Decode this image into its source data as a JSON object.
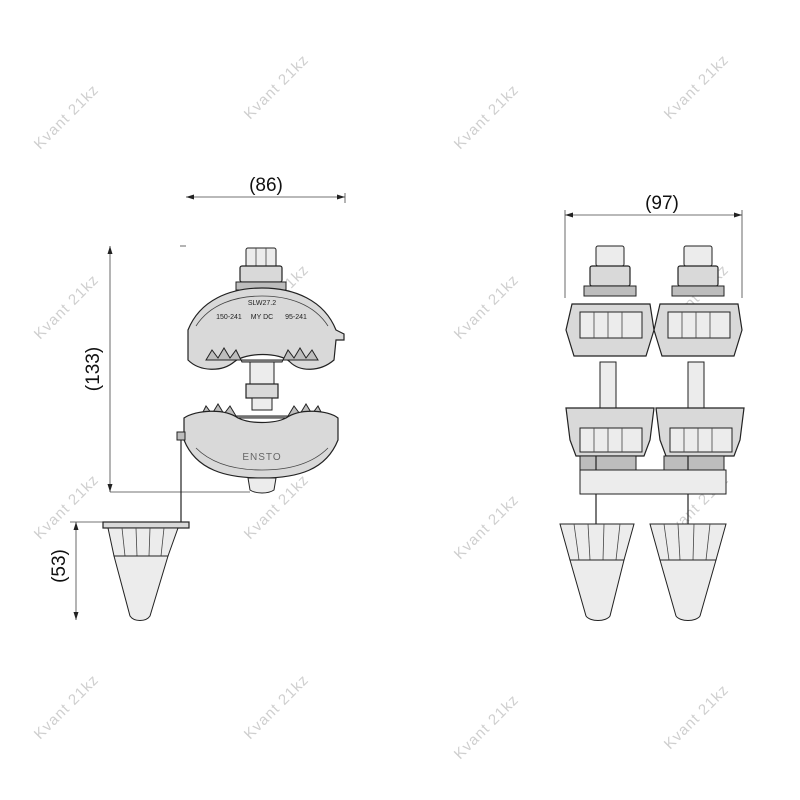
{
  "dimensions": {
    "top_width_left": "(86)",
    "height_left": "(133)",
    "cap_height_left": "(53)",
    "top_width_right": "(97)"
  },
  "markings": {
    "model": "SLW27.2",
    "main_range": "150-241",
    "tap_range": "95-241",
    "center_mark": "MY DC",
    "brand": "ENSTO"
  },
  "watermark": {
    "text": "Kvant 21kz",
    "color": "#cfcfcf"
  }
}
